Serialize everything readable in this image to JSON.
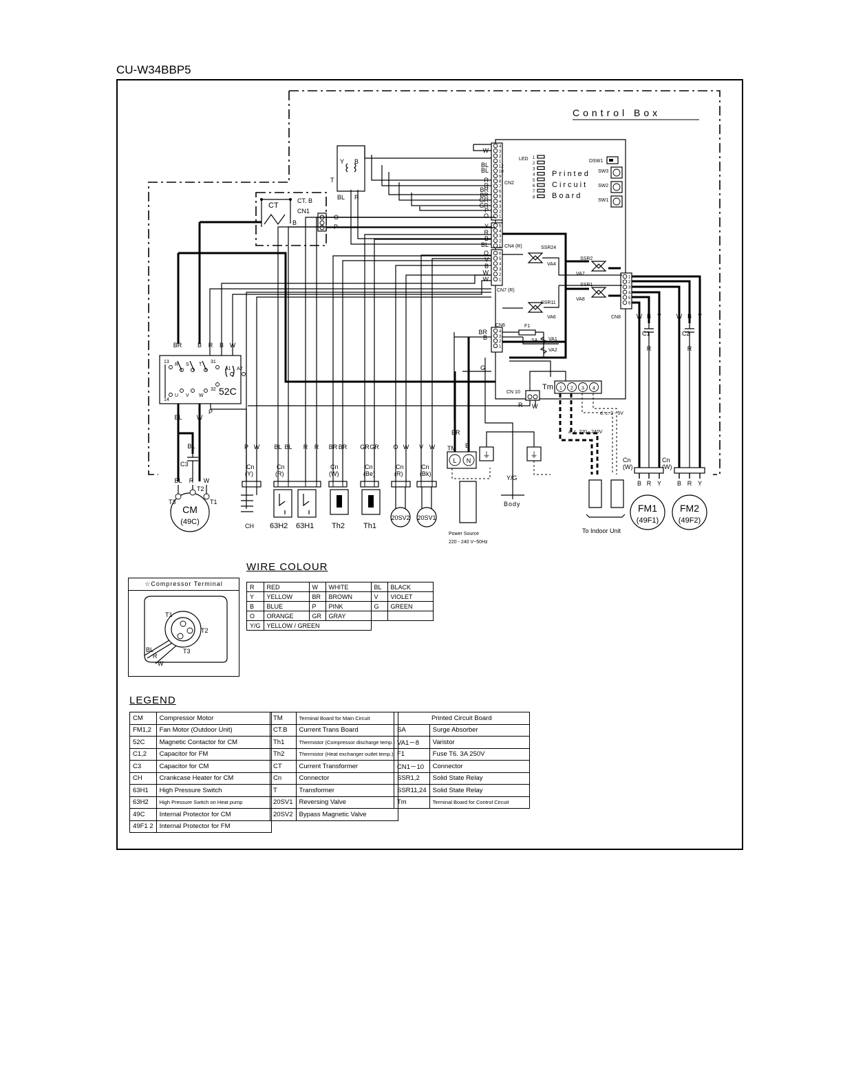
{
  "page_title": "CU-W34BBP5",
  "diagram": {
    "control_box_label": "Control Box",
    "pcb_label": [
      "Printed",
      "Circuit",
      "Board"
    ],
    "led_label": "LED",
    "led_numbers": [
      "1",
      "2",
      "3",
      "4",
      "5",
      "6",
      "7",
      "8"
    ],
    "switch_labels": [
      "DSW1",
      "SW3",
      "SW2",
      "SW1"
    ],
    "connector_labels": {
      "cn2": "CN2",
      "cn4": "CN4 (R)",
      "cn7": "CN7 (R)",
      "cn6": "CN6",
      "cn8": "CN8",
      "cn10": "CN 10",
      "cn1": "CN1",
      "ctb": "CT. B"
    },
    "component_labels": {
      "ssr24": "SSR24",
      "ssr11": "SSR11",
      "ssr2": "SSR2",
      "ssr1": "SSR1",
      "va4": "VA4",
      "va6": "VA6",
      "va7": "VA7",
      "va8": "VA8",
      "va1": "VA1",
      "va2": "VA2",
      "f1": "F1",
      "sa": "SA",
      "tm_pcb": "Tm",
      "tm_main": "TM",
      "t": "T",
      "ct": "CT",
      "contactor": "52C",
      "c1": "C1",
      "c2": "C2",
      "c3": "C3"
    },
    "tm_terminals": [
      "1",
      "2",
      "3",
      "4"
    ],
    "contactor_terminals": [
      "13",
      "R",
      "S",
      "T",
      "31",
      "A1",
      "A2",
      "14",
      "U",
      "V",
      "W",
      "32"
    ],
    "cn2_wires": [
      "W",
      "BL",
      "BL",
      "R",
      "R",
      "BR",
      "BR",
      "GR",
      "GR",
      "P",
      "O"
    ],
    "cn2_pins": [
      "4",
      "3",
      "2",
      "1",
      "12",
      "10",
      "9",
      "8",
      "7",
      "6",
      "5",
      "4",
      "3",
      "2",
      "1"
    ],
    "cn4_wires": [
      "Y",
      "R",
      "B",
      "BL"
    ],
    "cn4_pins": [
      "5",
      "4",
      "3",
      "2",
      "1"
    ],
    "cn7_wires": [
      "O",
      "V",
      "B",
      "W",
      "W"
    ],
    "cn7_pins": [
      "6",
      "5",
      "4",
      "3",
      "2",
      "1"
    ],
    "cn6_wires": [
      "BR",
      "B"
    ],
    "cn6_pins": [
      "4",
      "3",
      "2",
      "1"
    ],
    "cn8_pins": [
      "1",
      "2",
      "3",
      "4",
      "5",
      "6"
    ],
    "cn1_wires": [
      "O",
      "P"
    ],
    "ct_wire": "B",
    "t_wires": [
      "Y",
      "B",
      "BL",
      "R"
    ],
    "contactor_top_wires": [
      "BR",
      "B",
      "R",
      "B",
      "W"
    ],
    "contactor_bottom_wires": [
      "BL",
      "W",
      "P"
    ],
    "cm_wires": [
      "BL",
      "BL",
      "R",
      "W"
    ],
    "cm_terminals": [
      "T3",
      "T2",
      "T1"
    ],
    "connector_groups": [
      {
        "cn": "Cn",
        "col": "(Y)",
        "wires": [
          "P",
          "W"
        ],
        "device": "CH"
      },
      {
        "cn": "Cn",
        "col": "(R)",
        "wires": [
          "BL",
          "BL",
          "R",
          "R"
        ],
        "device": "63H2  63H1"
      },
      {
        "cn": "Cn",
        "col": "(W)",
        "wires": [
          "BR",
          "BR"
        ],
        "device": "Th2"
      },
      {
        "cn": "Cn",
        "col": "(Be)",
        "wires": [
          "GR",
          "GR"
        ],
        "device": "Th1"
      },
      {
        "cn": "Cn",
        "col": "(R)",
        "wires": [
          "O",
          "W"
        ],
        "device": "20SV2"
      },
      {
        "cn": "Cn",
        "col": "(Bk)",
        "wires": [
          "V",
          "W"
        ],
        "device": "20SV1"
      }
    ],
    "cm_name": "CM",
    "cm_protector": "(49C)",
    "power_wires": [
      "BR",
      "B"
    ],
    "power_terminals": [
      "L",
      "N"
    ],
    "power_source": "Power Source",
    "power_rating": "220 - 240 V~50Hz",
    "body_wire": "Y/G",
    "body_label": "Body",
    "g_wire": "G",
    "cn10_wires": [
      "R",
      "W"
    ],
    "ac_label": "a. c. 220 - 240V",
    "dc_label": "d. c. 2 - 5V",
    "indoor_label": "To Indoor Unit",
    "fan_wires_1": [
      "W",
      "B",
      "Y"
    ],
    "fan_wires_2": [
      "W",
      "B",
      "Y"
    ],
    "fan_r": "R",
    "fan_cn": [
      "Cn",
      "(W)",
      "Cn",
      "(W)"
    ],
    "fan_leads": [
      "B",
      "R",
      "Y",
      "B",
      "R",
      "Y"
    ],
    "fm1": "FM1",
    "fm1_protector": "(49F1)",
    "fm2": "FM2",
    "fm2_protector": "(49F2)"
  },
  "compressor_terminal": {
    "title": "☆Compressor Terminal",
    "terminals": [
      "T1",
      "T2",
      "T3"
    ],
    "wires": [
      "BL",
      "R",
      "W"
    ]
  },
  "wire_colour": {
    "title": "WIRE COLOUR",
    "rows": [
      [
        "R",
        "RED",
        "W",
        "WHITE",
        "BL",
        "BLACK"
      ],
      [
        "Y",
        "YELLOW",
        "BR",
        "BROWN",
        "V",
        "VIOLET"
      ],
      [
        "B",
        "BLUE",
        "P",
        "PINK",
        "G",
        "GREEN"
      ],
      [
        "O",
        "ORANGE",
        "GR",
        "GRAY",
        "",
        ""
      ]
    ],
    "last_row": [
      "Y/G",
      "YELLOW / GREEN"
    ]
  },
  "legend": {
    "title": "LEGEND",
    "col1": [
      [
        "CM",
        "Compressor Motor"
      ],
      [
        "FM1,2",
        "Fan Motor (Outdoor Unit)"
      ],
      [
        "52C",
        "Magnetic Contactor for CM"
      ],
      [
        "C1,2",
        "Capacitor for FM"
      ],
      [
        "C3",
        "Capacitor for CM"
      ],
      [
        "CH",
        "Crankcase Heater for CM"
      ],
      [
        "63H1",
        "High Pressure Switch"
      ],
      [
        "63H2",
        "High Pressure Switch on Heat pump"
      ],
      [
        "49C",
        "Internal Protector for CM"
      ],
      [
        "49F1 2",
        "Internal Protector for FM"
      ]
    ],
    "col2": [
      [
        "TM",
        "Terminal Board for Main Circuit"
      ],
      [
        "CT.B",
        "Current Trans Board"
      ],
      [
        "Th1",
        "Thermistor (Compressor discharge temp.)"
      ],
      [
        "Th2",
        "Thermistor (Heat exchanger outlet temp.)"
      ],
      [
        "CT",
        "Current Transformer"
      ],
      [
        "Cn",
        "Connector"
      ],
      [
        "T",
        "Transformer"
      ],
      [
        "20SV1",
        "Reversing Valve"
      ],
      [
        "20SV2",
        "Bypass Magnetic Valve"
      ]
    ],
    "col3_header": "Printed Circuit Board",
    "col3": [
      [
        "SA",
        "Surge Absorber"
      ],
      [
        "VA1－8",
        "Varistor"
      ],
      [
        "F1",
        "Fuse T6. 3A 250V"
      ],
      [
        "CN1－10",
        "Connector"
      ],
      [
        "SSR1,2",
        "Solid State Relay"
      ],
      [
        "SSR11,24",
        "Solid State Relay"
      ],
      [
        "Tm",
        "Terminal Board for Control Circuit"
      ]
    ]
  }
}
